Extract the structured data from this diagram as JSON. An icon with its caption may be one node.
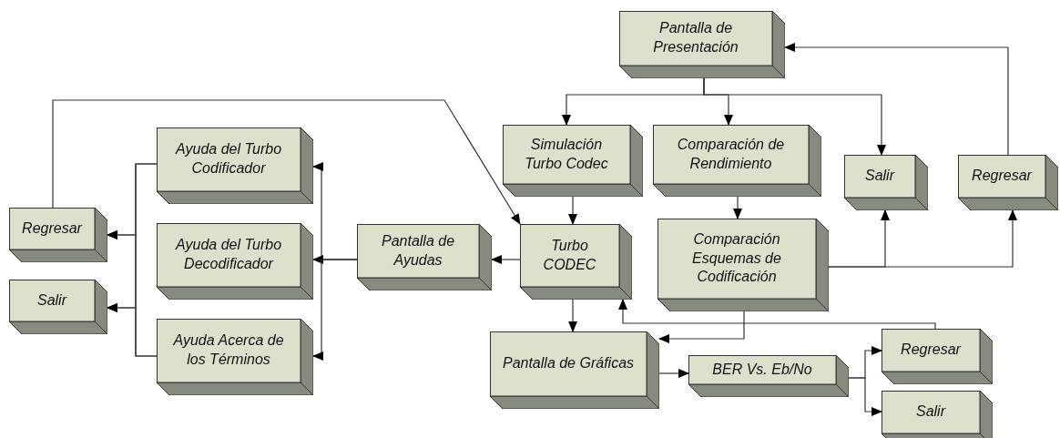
{
  "diagram": {
    "nodes": [
      {
        "text": [
          "Pantalla de Presentación"
        ]
      },
      {
        "text": [
          "Simulación Turbo Codec"
        ]
      },
      {
        "text": [
          "Comparación de Rendimiento"
        ]
      },
      {
        "text": [
          "Salir"
        ]
      },
      {
        "text": [
          "Regresar"
        ]
      },
      {
        "text": [
          "Ayuda del Turbo Codificador"
        ]
      },
      {
        "text": [
          "Regresar"
        ]
      },
      {
        "text": [
          "Ayuda del Turbo Decodificador"
        ]
      },
      {
        "text": [
          "Pantalla de Ayudas"
        ]
      },
      {
        "text": [
          "Turbo CODEC"
        ]
      },
      {
        "text": [
          "Comparación Esquemas de Codificación"
        ]
      },
      {
        "text": [
          "Salir"
        ]
      },
      {
        "text": [
          "Ayuda Acerca de los Términos"
        ]
      },
      {
        "text": [
          "Pantalla de Gráficas"
        ]
      },
      {
        "text": [
          "BER Vs. Eb/No"
        ]
      },
      {
        "text": [
          "Regresar"
        ]
      },
      {
        "text": [
          "Salir"
        ]
      }
    ],
    "edges": [
      {
        "from": 0,
        "to": 1,
        "arrow": "to"
      },
      {
        "from": 0,
        "to": 2,
        "arrow": "to"
      },
      {
        "from": 0,
        "to": 3,
        "arrow": "to"
      },
      {
        "from": 4,
        "to": 0,
        "arrow": "to"
      },
      {
        "from": 1,
        "to": 9,
        "arrow": "to"
      },
      {
        "from": 2,
        "to": 10,
        "arrow": "to"
      },
      {
        "from": 10,
        "to": 3,
        "arrow": "to"
      },
      {
        "from": 10,
        "to": 4,
        "arrow": "to"
      },
      {
        "from": 6,
        "to": 9,
        "arrow": "to"
      },
      {
        "from": 9,
        "to": 8,
        "arrow": "to"
      },
      {
        "from": 8,
        "to": 5,
        "arrow": "to"
      },
      {
        "from": 8,
        "to": 7,
        "arrow": "to"
      },
      {
        "from": 8,
        "to": 12,
        "arrow": "to"
      },
      {
        "from": 5,
        "to": 6,
        "arrow": "to"
      },
      {
        "from": 5,
        "to": 11,
        "arrow": "to"
      },
      {
        "from": 12,
        "to": 6,
        "arrow": "to"
      },
      {
        "from": 12,
        "to": 11,
        "arrow": "to"
      },
      {
        "from": 9,
        "to": 13,
        "arrow": "to"
      },
      {
        "from": 10,
        "to": 13,
        "arrow": "to"
      },
      {
        "from": 15,
        "to": 9,
        "arrow": "to"
      },
      {
        "from": 13,
        "to": 14,
        "arrow": "to"
      },
      {
        "from": 14,
        "to": 15,
        "arrow": "to"
      },
      {
        "from": 14,
        "to": 16,
        "arrow": "to"
      }
    ]
  }
}
